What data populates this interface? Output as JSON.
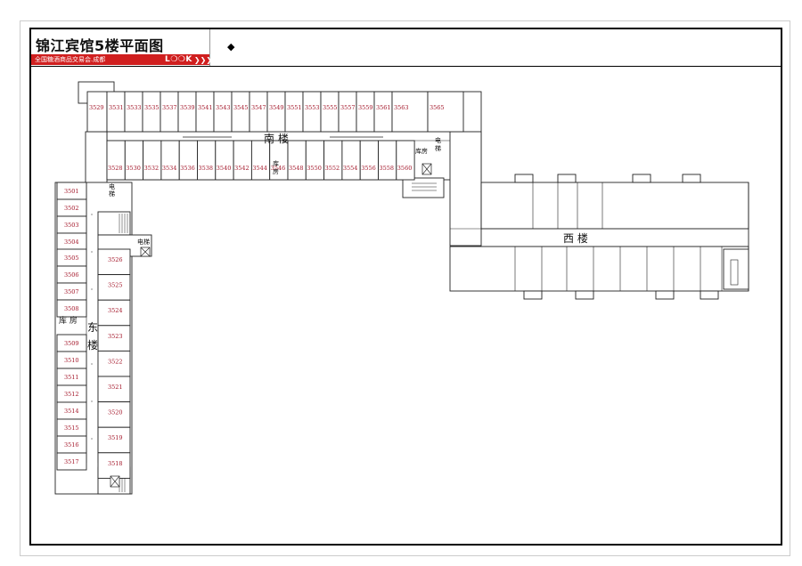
{
  "header": {
    "title": "锦江宾馆5楼平面图",
    "subtitle": "全国糖酒商品交易会.成都",
    "logo_text": "L❍❍K",
    "marker_icon": "diamond-icon",
    "accent_color": "#d01f1f"
  },
  "south_wing": {
    "label": "南  楼",
    "top_rooms": [
      "3529",
      "3531",
      "3533",
      "3535",
      "3537",
      "3539",
      "3541",
      "3543",
      "3545",
      "3547",
      "3549",
      "3551",
      "3553",
      "3555",
      "3557",
      "3559",
      "3561",
      "3563",
      "3565"
    ],
    "bottom_rooms": [
      "3528",
      "3530",
      "3532",
      "3534",
      "3536",
      "3538",
      "3540",
      "3542",
      "3544",
      "3546",
      "3548",
      "3550",
      "3552",
      "3554",
      "3556",
      "3558",
      "3560"
    ],
    "storage_lines": [
      "库",
      "房"
    ],
    "storage_small": "库房",
    "elevator_lines": [
      "电",
      "梯"
    ]
  },
  "east_wing": {
    "label_lines": [
      "东",
      "楼"
    ],
    "outer_rooms": [
      "3501",
      "3502",
      "3503",
      "3504",
      "3505",
      "3506",
      "3507",
      "3508",
      "3509",
      "3510",
      "3511",
      "3512",
      "3514",
      "3515",
      "3516",
      "3517"
    ],
    "inner_rooms": [
      "3526",
      "3525",
      "3524",
      "3523",
      "3522",
      "3521",
      "3520",
      "3519",
      "3518"
    ],
    "storage": "库 房",
    "elevator_label": "电梯",
    "elevator_lines": [
      "电",
      "梯"
    ]
  },
  "west_wing": {
    "label": "西      楼"
  }
}
